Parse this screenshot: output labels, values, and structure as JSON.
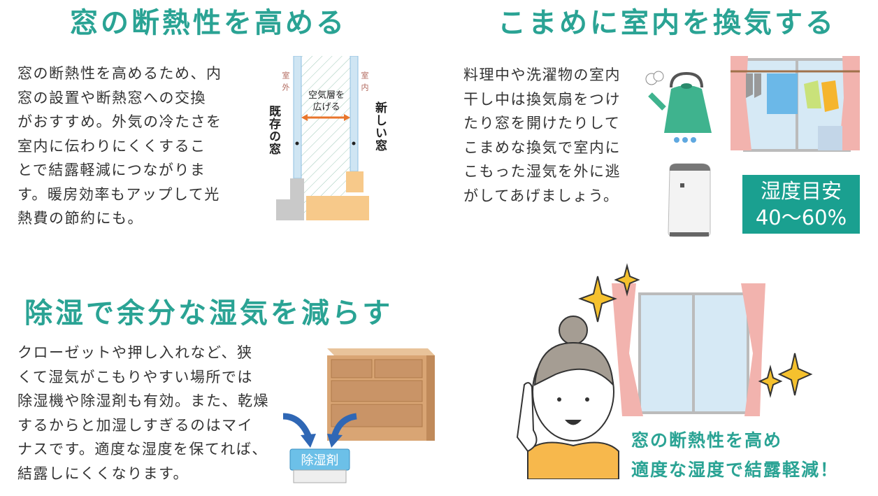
{
  "sections": {
    "insulation": {
      "title": "窓の断熱性を高める",
      "lines": [
        "窓の断熱性を高めるため、内",
        "窓の設置や断熱窓への交換",
        "がおすすめ。外気の冷たさを",
        "室内に伝わりにくくするこ",
        "とで結露軽減につながりま",
        "す。暖房効率もアップして光",
        "熱費の節約にも。"
      ],
      "diagram": {
        "outside": "室外",
        "inside": "室内",
        "air_layer": [
          "空気層を",
          "広げる"
        ],
        "existing_window": "既存の窓",
        "new_window": "新しい窓"
      }
    },
    "ventilation": {
      "title": "こまめに室内を換気する",
      "lines": [
        "料理中や洗濯物の室内",
        "干し中は換気扇をつけ",
        "たり窓を開けたりして",
        "こまめな換気で室内に",
        "こもった湿気を外に逃",
        "がしてあげましょう。"
      ],
      "badge": [
        "湿度目安",
        "40〜60%"
      ]
    },
    "dehumidify": {
      "title": "除湿で余分な湿気を減らす",
      "lines": [
        "クローゼットや押し入れなど、狭",
        "くて湿気がこもりやすい場所では",
        "除湿機や除湿剤も有効。また、乾燥",
        "するからと加湿しすぎるのはマイ",
        "ナスです。適度な湿度を保てれば、",
        "結露しにくくなります。"
      ],
      "desiccant_label": "除湿剤"
    },
    "summary": [
      "窓の断熱性を高め",
      "適度な湿度で結露軽減！"
    ]
  },
  "colors": {
    "accent": "#2aa394",
    "badge": "#1aa090",
    "curtain": "#f2b3ae",
    "glass": "#d6e9f5",
    "sparkle": "#f5c12e",
    "wood": "#d9a574"
  }
}
